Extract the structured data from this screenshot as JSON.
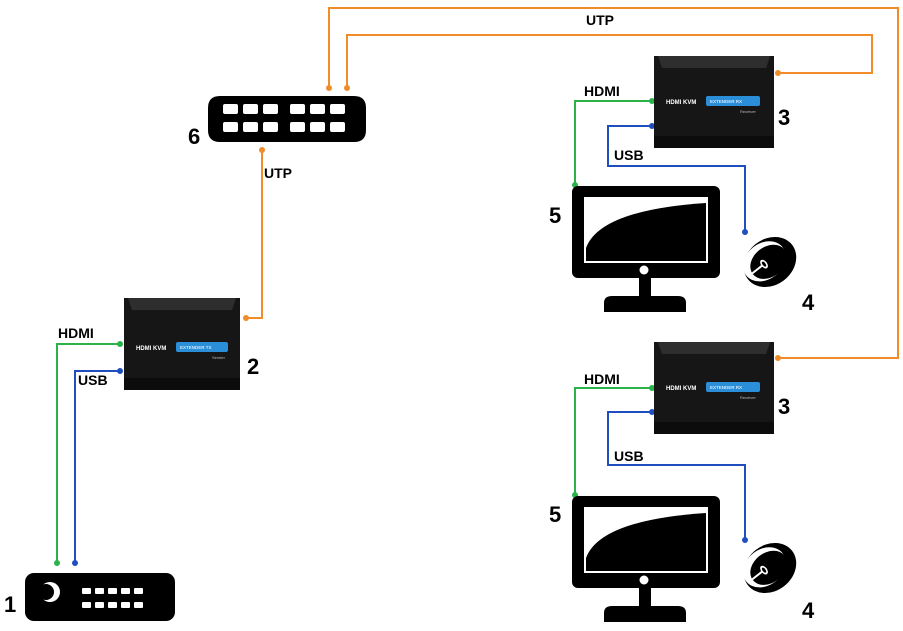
{
  "colors": {
    "hdmi_cable": "#2bb34a",
    "usb_cable": "#1f4fbf",
    "utp_cable": "#f08c2a",
    "device_body": "#1c1c1c",
    "badge": "#2a8fd8"
  },
  "labels": {
    "hdmi": "HDMI",
    "usb": "USB",
    "utp": "UTP"
  },
  "numbers": {
    "source": "1",
    "transmitter": "2",
    "receiver": "3",
    "mouse": "4",
    "monitor": "5",
    "switch": "6"
  },
  "devices": {
    "device_title": "HDMI KVM",
    "tx_badge": "EXTENDER TX",
    "rx_badge": "EXTENDER RX",
    "tx_sub": "Sender",
    "rx_sub": "Receiver"
  },
  "icons": {
    "source": "media-player-icon",
    "switch": "network-switch-icon",
    "monitor": "monitor-icon",
    "mouse": "mouse-icon"
  }
}
